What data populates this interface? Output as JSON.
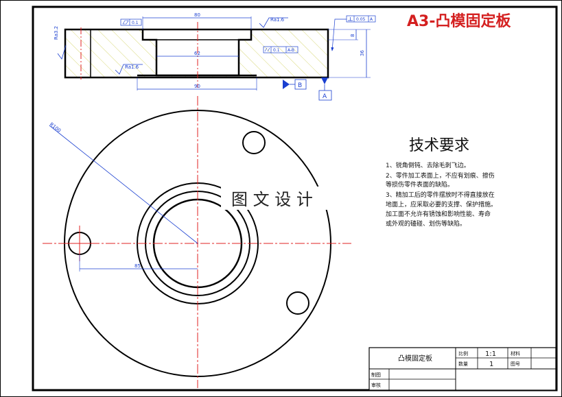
{
  "title": "A3-凸模固定板",
  "colors": {
    "title_red": "#d42020",
    "centerline_red": "#e02020",
    "dim_blue": "#1a3fd0",
    "hatch_yellow": "#d8d878"
  },
  "tech_requirements": {
    "heading": "技术要求",
    "lines": [
      "1、锐角倒钝、去除毛刺飞边。",
      "2、零件加工表面上，不应有划痕、擦伤",
      "等损伤零件表面的缺陷。",
      "3、精加工后的零件摆放时不得直接放在",
      "地面上，应采取必要的支撑、保护措施。",
      "加工面不允许有锈蚀和影响性能、寿命",
      "或外观的磕碰、划伤等缺陷。"
    ]
  },
  "watermark": "图 文 设 计",
  "section_view": {
    "dim_top": "80",
    "dim_mid": "62",
    "dim_bottom": "90",
    "dim_right_small": "8",
    "dim_right_total": "36",
    "roughness_left": "Ra3.2",
    "roughness_top": "Ra1.6",
    "roughness_bottom": "Ra1.6",
    "flatness_value": "0.1",
    "parallel_value": "0.1",
    "parallel_ref": "A-B",
    "perp_value": "0.05",
    "perp_ref": "A",
    "datum_a": "A",
    "datum_b": "B"
  },
  "plan_view": {
    "radius_label": "R100",
    "hole_offset": "85"
  },
  "title_block": {
    "part_name": "凸模固定板",
    "scale_label": "比例",
    "scale_value": "1:1",
    "qty_label": "数量",
    "qty_value": "1",
    "material_label": "材料",
    "drawing_no_label": "图号",
    "drawn_label": "制图",
    "checked_label": "审核"
  }
}
